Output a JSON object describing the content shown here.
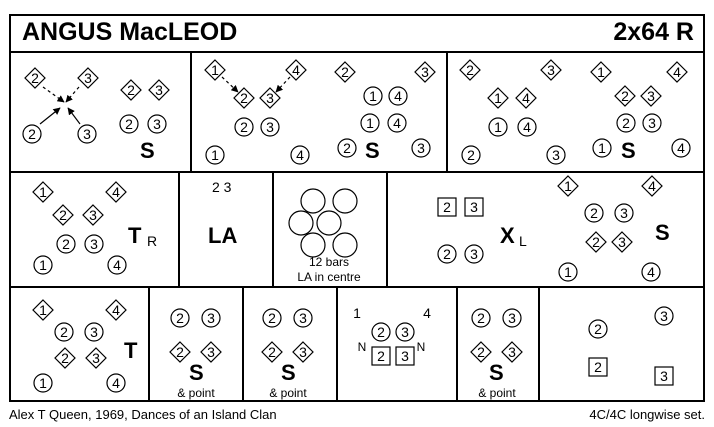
{
  "dance": {
    "title": "ANGUS MacLEOD",
    "formation_code": "2x64 R",
    "attribution": "Alex T Queen, 1969, Dances of an Island Clan",
    "set_type": "4C/4C longwise set."
  },
  "figures": {
    "setting": "S",
    "turn_right": "T",
    "turn_right_sub": "R",
    "lead_all": "LA",
    "cross": "X",
    "cross_sub": "L",
    "turn": "T",
    "couples_top": "2 3",
    "twelve_bars": "12 bars",
    "la_in_centre": "LA in centre",
    "and_point": "& point",
    "north": "N"
  },
  "dancers": [
    "1",
    "2",
    "3",
    "4"
  ],
  "colors": {
    "ink": "#000000",
    "background": "#ffffff"
  }
}
